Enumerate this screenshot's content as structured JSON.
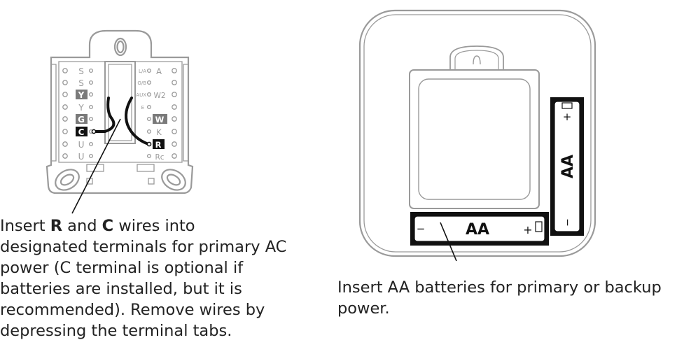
{
  "left_panel": {
    "left_column_labels": [
      "S",
      "S",
      "Y",
      "Y",
      "G",
      "C",
      "U",
      "U"
    ],
    "right_column_labels": [
      "A",
      "W2",
      "W",
      "K",
      "R",
      "Rc"
    ],
    "small_terminal_labels": [
      "L/A",
      "O/B",
      "AUX",
      "E"
    ],
    "caption_parts": [
      "Insert ",
      "R",
      " and ",
      "C",
      " wires into designated terminals for primary AC power (C terminal is optional if batteries are installed, but it is recommended). Remove wires by depressing the terminal tabs."
    ]
  },
  "right_panel": {
    "battery_horizontal": {
      "label": "AA",
      "plus": "+",
      "minus": "−"
    },
    "battery_vertical": {
      "label": "AA",
      "plus": "+",
      "minus": "−"
    },
    "caption": "Insert AA batteries for primary or backup power."
  },
  "colors": {
    "line_gray": "#9a9a9a",
    "dark": "#111111",
    "text": "#222222",
    "highlight_gray": "#7a7a7a"
  }
}
